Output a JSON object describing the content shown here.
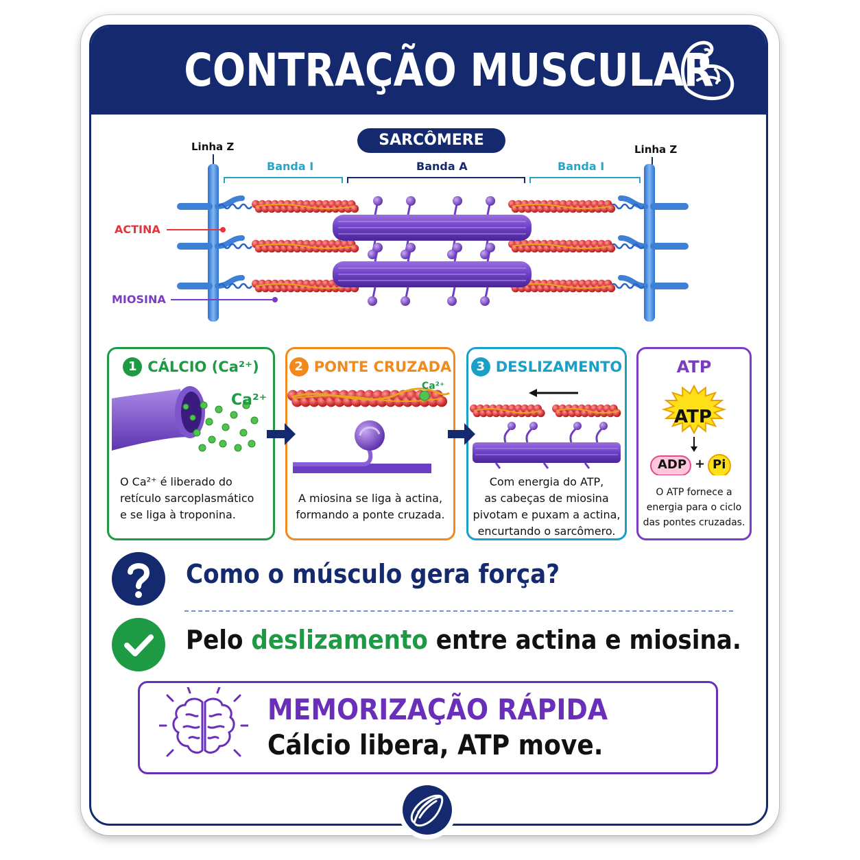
{
  "header": {
    "title": "CONTRAÇÃO MUSCULAR",
    "icon": "flexed-arm-icon"
  },
  "sarcomere": {
    "title": "SARCÔMERE",
    "z_line_left": "Linha Z",
    "z_line_right": "Linha Z",
    "band_i_left": "Banda I",
    "band_a": "Banda A",
    "band_i_right": "Banda I",
    "actin_label": "ACTINA",
    "myosin_label": "MIOSINA"
  },
  "steps": [
    {
      "number": "1",
      "title": "CÁLCIO (Ca²⁺)",
      "inner_label": "Ca²⁺",
      "description": [
        "O Ca²⁺ é liberado do",
        "retículo sarcoplasmático",
        "e se liga à troponina."
      ],
      "color": "#1e9a44"
    },
    {
      "number": "2",
      "title": "PONTE CRUZADA",
      "inner_label": "Ca²⁺",
      "description": [
        "A miosina se liga à actina,",
        "formando a ponte cruzada."
      ],
      "color": "#f08a1c"
    },
    {
      "number": "3",
      "title": "DESLIZAMENTO",
      "description": [
        "Com energia do ATP,",
        "as cabeças de miosina",
        "pivotam e puxam a actina,",
        "encurtando o sarcômero."
      ],
      "color": "#1aa0c6"
    },
    {
      "title": "ATP",
      "burst": "ATP",
      "adp": "ADP",
      "plus": "+",
      "pi": "Pi",
      "description": [
        "O ATP fornece a",
        "energia para o ciclo",
        "das pontes cruzadas."
      ],
      "color": "#7a3cc2"
    }
  ],
  "qa": {
    "question": "Como o músculo gera força?",
    "answer_prefix": "Pelo ",
    "answer_highlight": "deslizamento",
    "answer_suffix": " entre actina e miosina."
  },
  "memo": {
    "title": "MEMORIZAÇÃO RÁPIDA",
    "text": "Cálcio libera, ATP move.",
    "icon": "brain-icon"
  },
  "footer": {
    "icon": "muscle-icon"
  },
  "colors": {
    "navy": "#14296e",
    "green": "#1e9a44",
    "orange": "#f08a1c",
    "cyan": "#1aa0c6",
    "purple": "#7a3cc2",
    "red": "#e8333a"
  }
}
